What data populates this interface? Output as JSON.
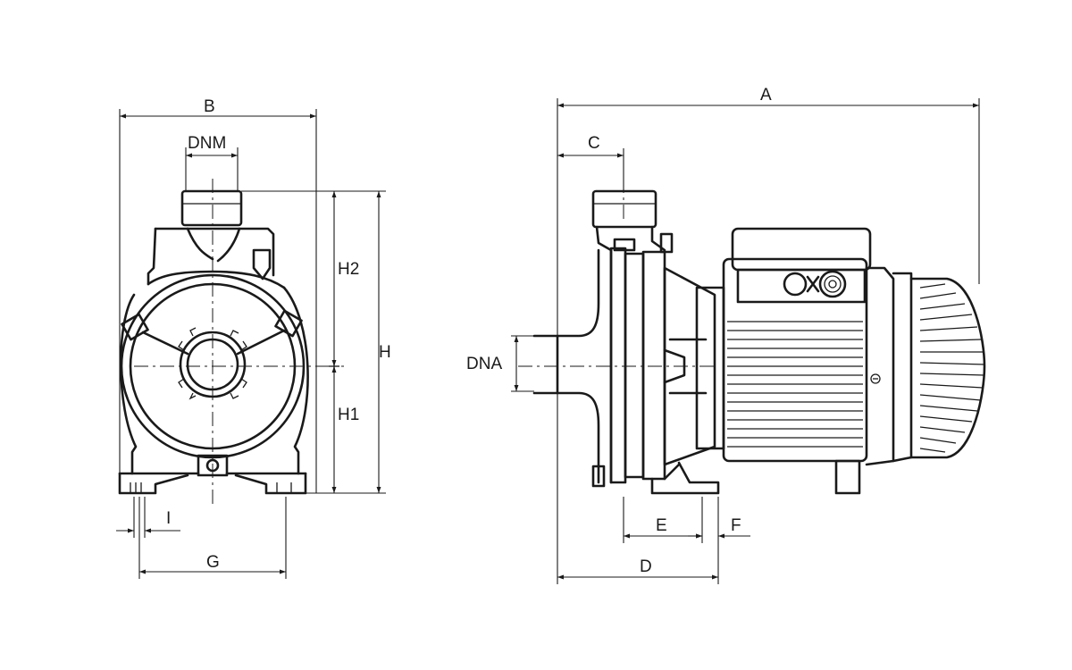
{
  "labels": {
    "A": "A",
    "B": "B",
    "C": "C",
    "D": "D",
    "E": "E",
    "F": "F",
    "G": "G",
    "H": "H",
    "H1": "H1",
    "H2": "H2",
    "I": "I",
    "DNM": "DNM",
    "DNA": "DNA"
  },
  "colors": {
    "line": "#1a1a1a",
    "background": "#ffffff"
  }
}
